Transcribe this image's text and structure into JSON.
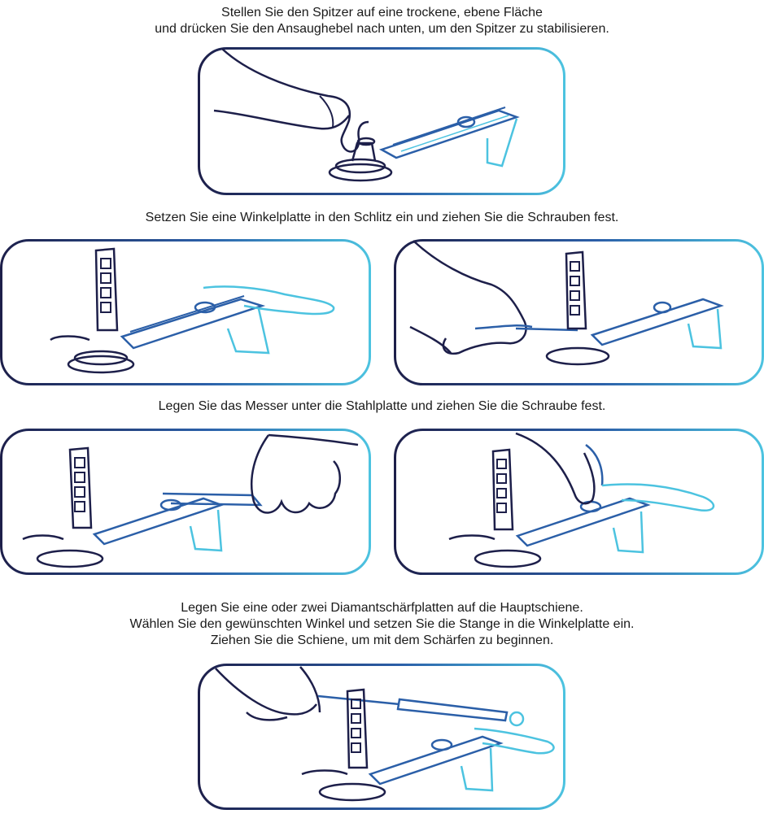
{
  "steps": [
    {
      "lines": [
        "Stellen Sie den Spitzer auf eine trockene, ebene Fläche",
        "und drücken Sie den Ansaughebel nach unten, um den Spitzer zu stabilisieren."
      ]
    },
    {
      "lines": [
        "Setzen Sie eine Winkelplatte in den Schlitz ein und ziehen Sie die Schrauben fest."
      ]
    },
    {
      "lines": [
        "Legen Sie das Messer unter die Stahlplatte und ziehen Sie die Schraube fest."
      ]
    },
    {
      "lines": [
        "Legen Sie eine oder zwei Diamantschärfplatten auf die Hauptschiene.",
        "Wählen Sie den gewünschten Winkel und setzen Sie die Stange in die Winkelplatte ein.",
        "Ziehen Sie die Schiene, um mit dem Schärfen zu beginnen."
      ]
    }
  ],
  "colors": {
    "stroke_dark": "#1d1f4a",
    "stroke_mid": "#2b5fa8",
    "stroke_light": "#4cc3e0",
    "text": "#1a1a1a",
    "background": "#ffffff"
  },
  "illustrations": [
    "sharpener-on-surface-hand-pressing-suction-lever",
    "angle-plate-inserted-finger-pointing",
    "angle-plate-screw-tightened-with-tool",
    "knife-placed-under-steel-plate",
    "screw-tightened-on-knife-clamp",
    "rod-inserted-pulling-rail"
  ]
}
